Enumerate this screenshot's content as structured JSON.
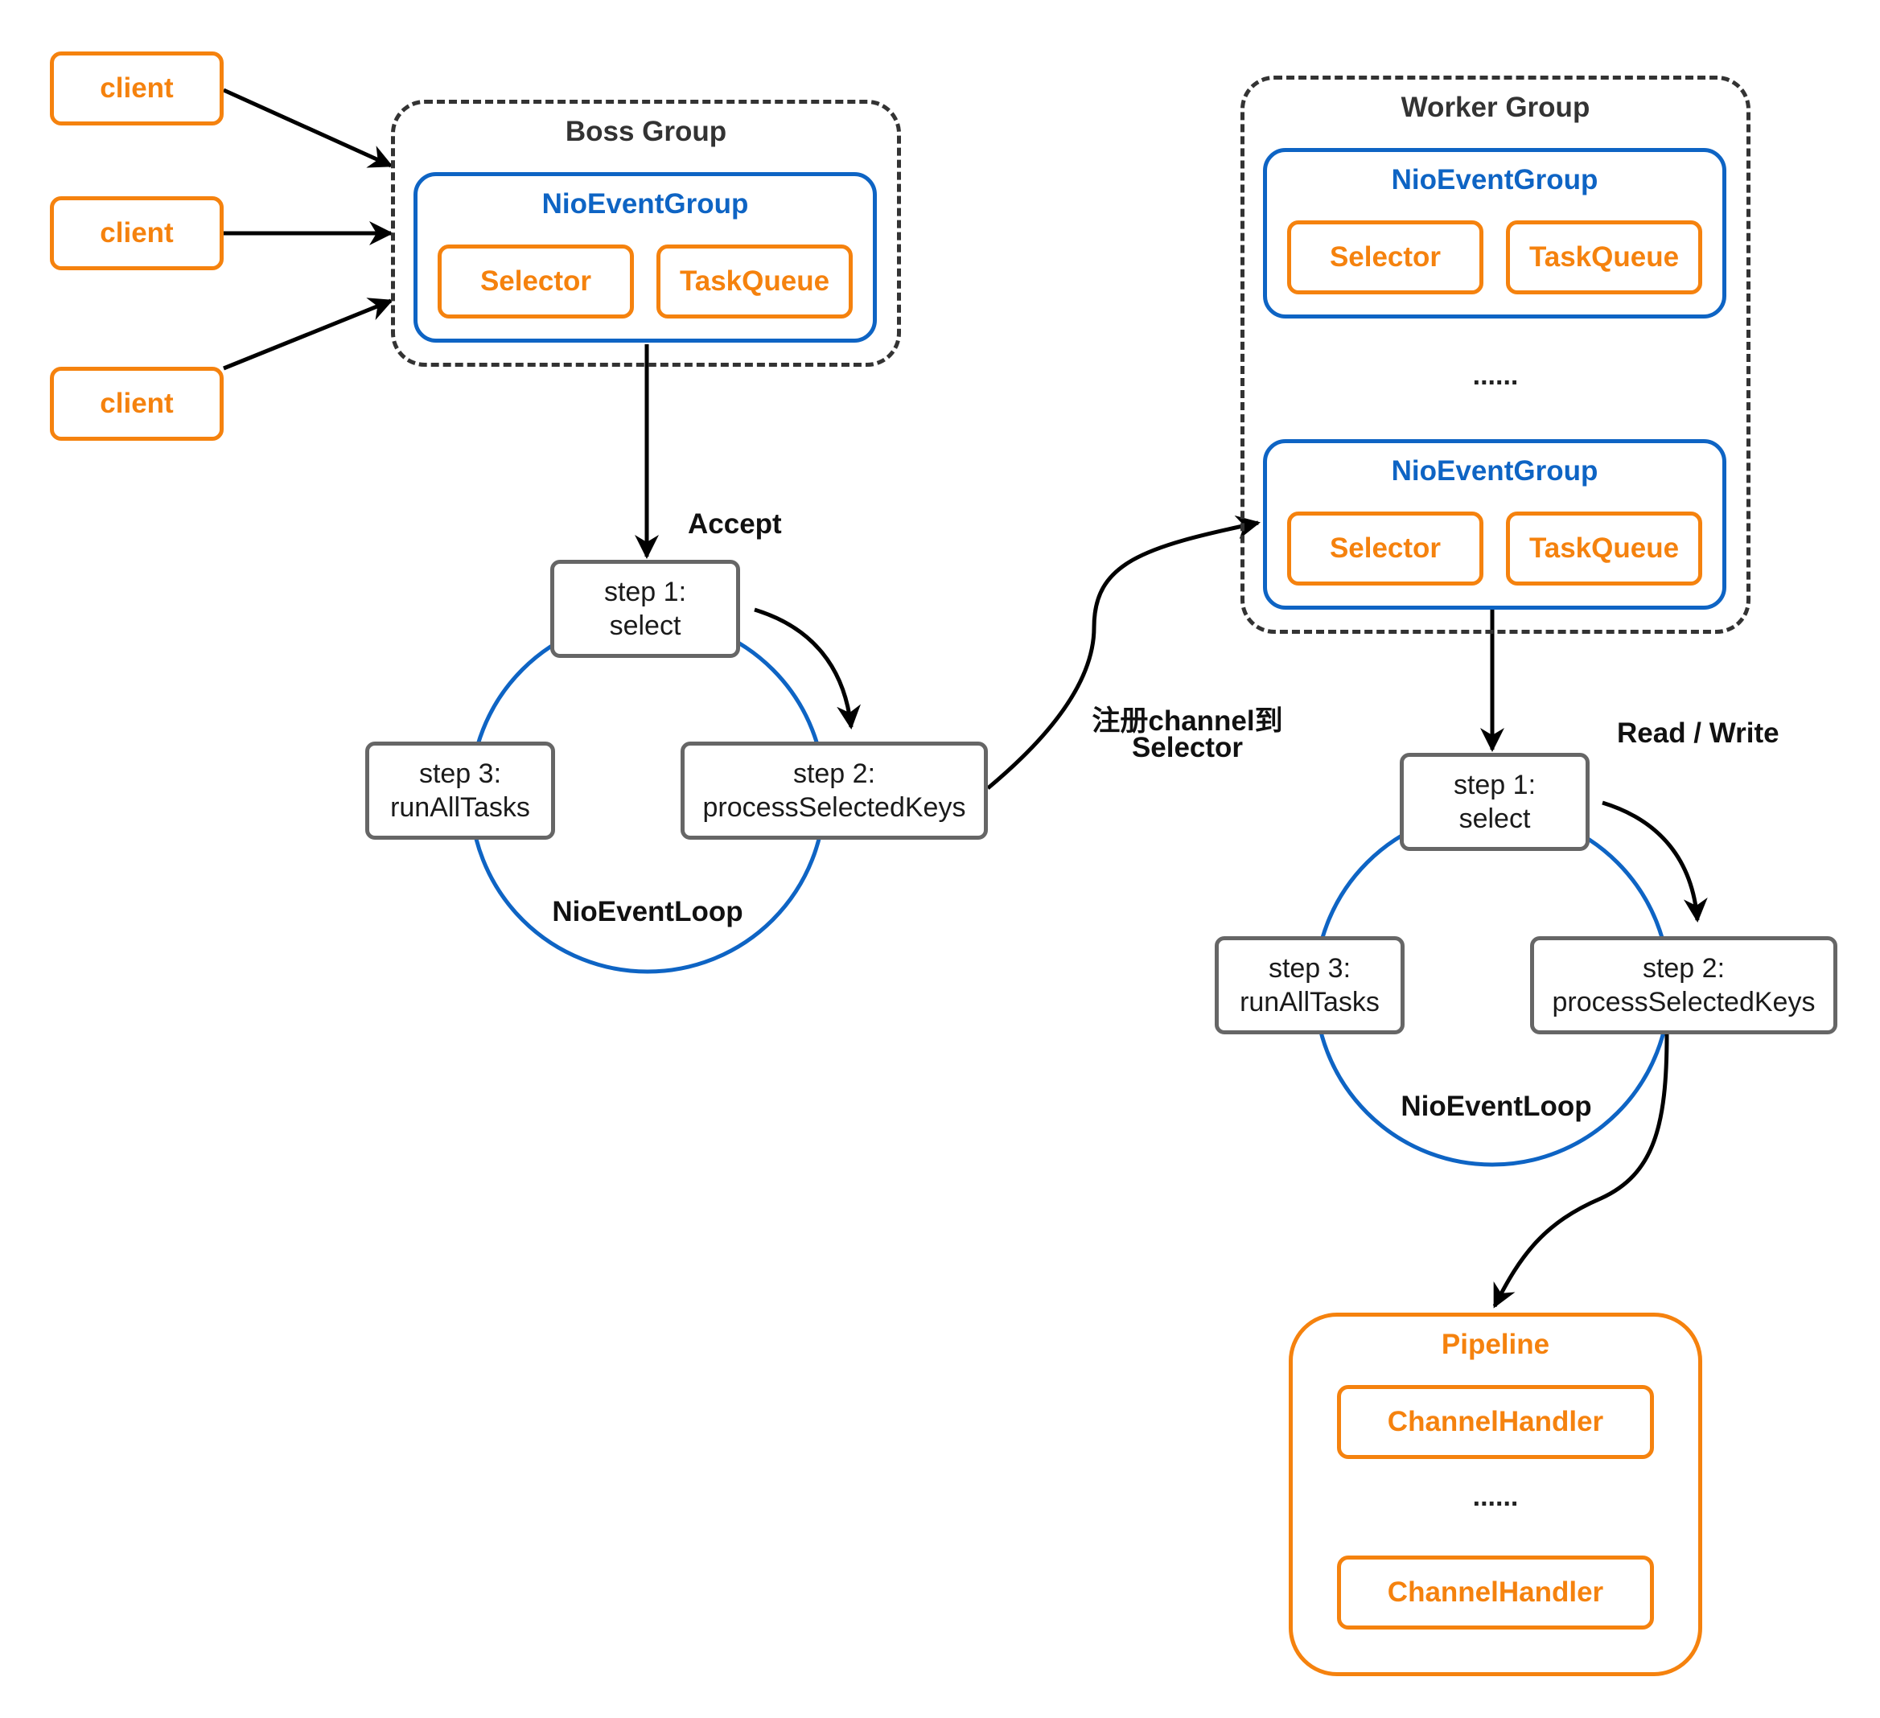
{
  "clients": [
    "client",
    "client",
    "client"
  ],
  "boss_group": {
    "title": "Boss Group",
    "event_group": {
      "title": "NioEventGroup",
      "selector": "Selector",
      "task_queue": "TaskQueue"
    }
  },
  "worker_group": {
    "title": "Worker Group",
    "event_groups": [
      {
        "title": "NioEventGroup",
        "selector": "Selector",
        "task_queue": "TaskQueue"
      },
      {
        "title": "NioEventGroup",
        "selector": "Selector",
        "task_queue": "TaskQueue"
      }
    ],
    "ellipsis": "......"
  },
  "boss_loop": {
    "name": "NioEventLoop",
    "step1": {
      "line1": "step 1:",
      "line2": "select"
    },
    "step2": {
      "line1": "step 2:",
      "line2": "processSelectedKeys"
    },
    "step3": {
      "line1": "step 3:",
      "line2": "runAllTasks"
    }
  },
  "worker_loop": {
    "name": "NioEventLoop",
    "step1": {
      "line1": "step 1:",
      "line2": "select"
    },
    "step2": {
      "line1": "step 2:",
      "line2": "processSelectedKeys"
    },
    "step3": {
      "line1": "step 3:",
      "line2": "runAllTasks"
    }
  },
  "edge_labels": {
    "accept": "Accept",
    "register_line1": "注册channel到",
    "register_line2": "Selector",
    "read_write": "Read / Write"
  },
  "pipeline": {
    "title": "Pipeline",
    "handlers": [
      "ChannelHandler",
      "ChannelHandler"
    ],
    "ellipsis": "......"
  },
  "colors": {
    "orange": "#F5820E",
    "blue": "#0E64C4",
    "dark": "#333333",
    "gray": "#666666"
  }
}
